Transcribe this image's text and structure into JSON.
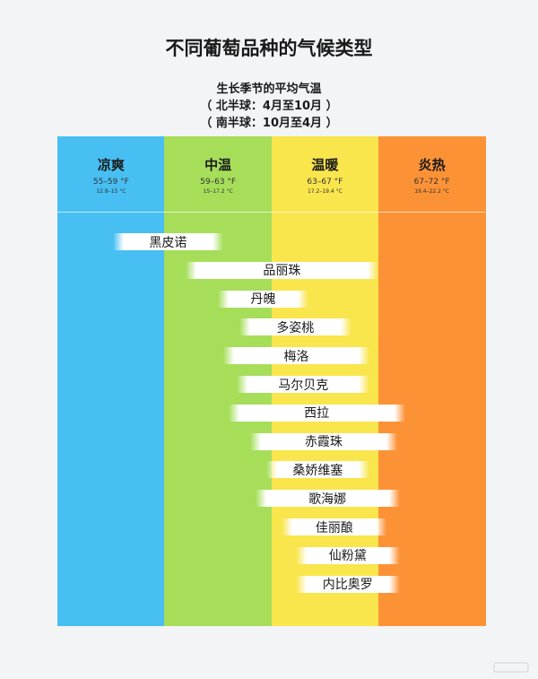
{
  "title": "不同葡萄品种的气候类型",
  "subtitle": {
    "line1": "生长季节的平均气温",
    "line2": "（ 北半球：4月至10月 ）",
    "line3": "（ 南半球：10月至4月 ）"
  },
  "colors": {
    "cool": "#47bff2",
    "moderate": "#a6de5a",
    "warm": "#f9e54c",
    "hot": "#fc9236",
    "bar": "#ffffff",
    "background": "#f3f4f6"
  },
  "chart_data": {
    "type": "range-bar",
    "categories": [
      {
        "name": "凉爽",
        "f": "55–59 °F",
        "c": "12.8–15 °C",
        "min_f": 55,
        "max_f": 59
      },
      {
        "name": "中温",
        "f": "59–63 °F",
        "c": "15–17.2 °C",
        "min_f": 59,
        "max_f": 63
      },
      {
        "name": "温暖",
        "f": "63–67 °F",
        "c": "17.2–19.4 °C",
        "min_f": 63,
        "max_f": 67
      },
      {
        "name": "炎热",
        "f": "67–72 °F",
        "c": "19.4–22.2 °C",
        "min_f": 67,
        "max_f": 72
      }
    ],
    "varieties": [
      {
        "name": "黑皮诺",
        "start": 0.52,
        "end": 1.55
      },
      {
        "name": "品丽珠",
        "start": 1.2,
        "end": 3.0
      },
      {
        "name": "丹魄",
        "start": 1.5,
        "end": 2.35
      },
      {
        "name": "多姿桃",
        "start": 1.7,
        "end": 2.75
      },
      {
        "name": "梅洛",
        "start": 1.55,
        "end": 2.92
      },
      {
        "name": "马尔贝克",
        "start": 1.68,
        "end": 2.92
      },
      {
        "name": "西拉",
        "start": 1.6,
        "end": 3.25
      },
      {
        "name": "赤霞珠",
        "start": 1.8,
        "end": 3.18
      },
      {
        "name": "桑娇维塞",
        "start": 1.95,
        "end": 2.92
      },
      {
        "name": "歌海娜",
        "start": 1.85,
        "end": 3.2
      },
      {
        "name": "佳丽酿",
        "start": 2.1,
        "end": 3.08
      },
      {
        "name": "仙粉黛",
        "start": 2.23,
        "end": 3.2
      },
      {
        "name": "内比奥罗",
        "start": 2.23,
        "end": 3.2
      }
    ]
  }
}
